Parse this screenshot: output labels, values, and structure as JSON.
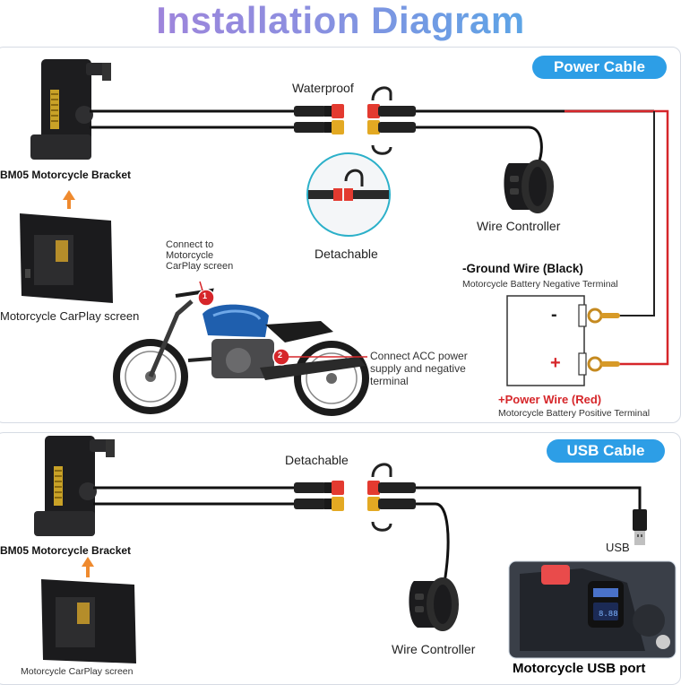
{
  "title": "Installation Diagram",
  "power": {
    "badge": "Power Cable",
    "waterproof": "Waterproof",
    "detachable": "Detachable",
    "wire_controller": "Wire Controller",
    "bracket": "BM05 Motorcycle Bracket",
    "screen": "Motorcycle CarPlay screen",
    "connect_screen": "Connect to\nMotorcycle\nCarPlay screen",
    "connect_acc": "Connect ACC power\nsupply and negative\nterminal",
    "step1": "1",
    "step2": "2",
    "ground_title": "-Ground Wire (Black)",
    "ground_sub": "Motorcycle Battery Negative Terminal",
    "power_title": "+Power Wire (Red)",
    "power_sub": "Motorcycle Battery Positive Terminal",
    "minus": "-",
    "plus": "+"
  },
  "usb": {
    "badge": "USB Cable",
    "detachable": "Detachable",
    "bracket": "BM05 Motorcycle Bracket",
    "screen": "Motorcycle CarPlay screen",
    "wire_controller": "Wire Controller",
    "usb_label": "USB",
    "usb_port": "Motorcycle USB port"
  },
  "colors": {
    "badge": "#2d9ee6",
    "red_wire": "#d6262a",
    "title_start": "#b07ad6",
    "title_end": "#3bb3ea"
  }
}
